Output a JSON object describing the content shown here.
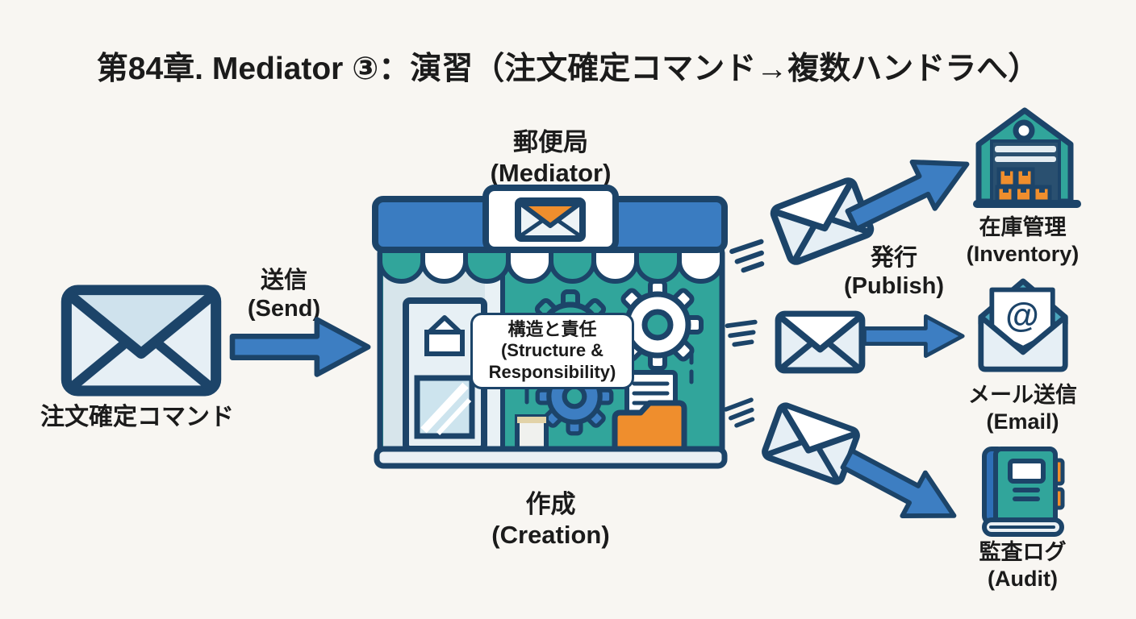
{
  "title": "第84章. Mediator ③：演習（注文確定コマンド→複数ハンドラへ）",
  "order_command": {
    "label": "注文確定コマンド",
    "icon": "envelope-icon"
  },
  "send": {
    "ja": "送信",
    "en": "(Send)"
  },
  "mediator": {
    "ja": "郵便局",
    "en": "(Mediator)",
    "icon": "post-office-storefront-icon"
  },
  "structure_overlay": {
    "line1": "構造と責任",
    "line2": "(Structure &",
    "line3": "Responsibility)"
  },
  "creation": {
    "ja": "作成",
    "en": "(Creation)"
  },
  "publish": {
    "ja": "発行",
    "en": "(Publish)"
  },
  "handlers": [
    {
      "ja": "在庫管理",
      "en": "(Inventory)",
      "icon": "warehouse-icon"
    },
    {
      "ja": "メール送信",
      "en": "(Email)",
      "icon": "email-open-icon"
    },
    {
      "ja": "監査ログ",
      "en": "(Audit)",
      "icon": "audit-book-icon"
    }
  ],
  "email_symbol": "@",
  "colors": {
    "background": "#f8f6f2",
    "text": "#1b1b1b",
    "navy": "#1c4469",
    "band_blue": "#3a7cc1",
    "arrow_blue": "#3d7ec2",
    "teal": "#31a59b",
    "flap_teal": "#4aa6bd",
    "orange": "#ef8e2d",
    "envelope_fill": "#e6eff5",
    "envelope_shade": "#cfe2ed",
    "wall_light": "#d7e5eb",
    "glass_blue": "#cde4ee",
    "base_light": "#eaf0f4",
    "warehouse_navy": "#2a5070",
    "book_blue": "#2e6fb7",
    "white": "#ffffff"
  }
}
